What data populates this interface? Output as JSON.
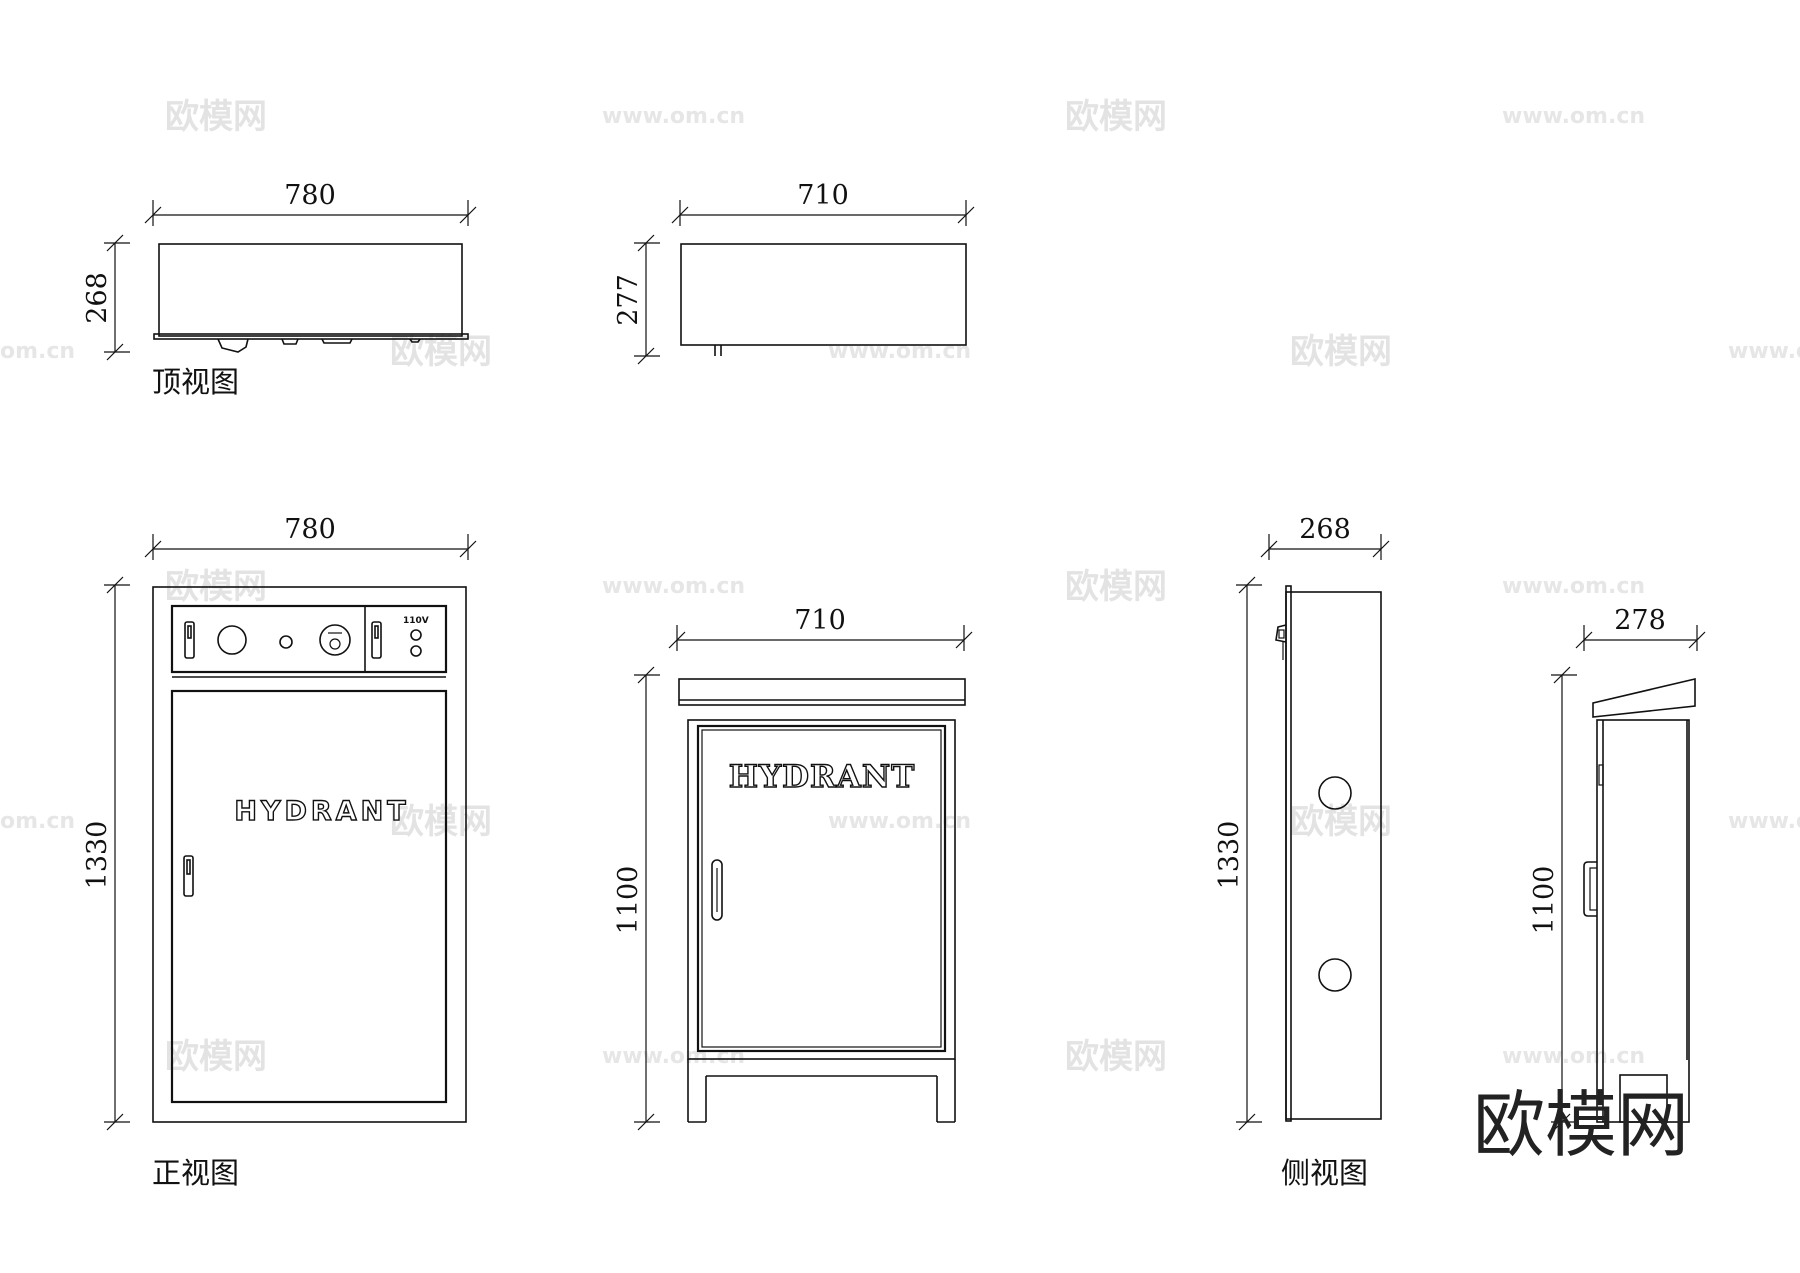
{
  "views": {
    "top_view_label": "顶视图",
    "front_view_label": "正视图",
    "side_view_label": "侧视图"
  },
  "dimensions": {
    "top_a_width": "780",
    "top_a_depth": "268",
    "top_b_width": "710",
    "top_b_depth": "277",
    "front_a_width": "780",
    "front_a_height": "1330",
    "front_b_width": "710",
    "front_b_height": "1100",
    "side_a_depth": "268",
    "side_a_height": "1330",
    "side_b_depth": "278",
    "side_b_height": "1100"
  },
  "cabinet_text": {
    "hydrant_a": "HYDRANT",
    "hydrant_b": "HYDRANT",
    "voltage": "110V"
  },
  "watermark": {
    "brand": "欧模网",
    "url": "www.om.cn",
    "url_short": "om.cn"
  }
}
